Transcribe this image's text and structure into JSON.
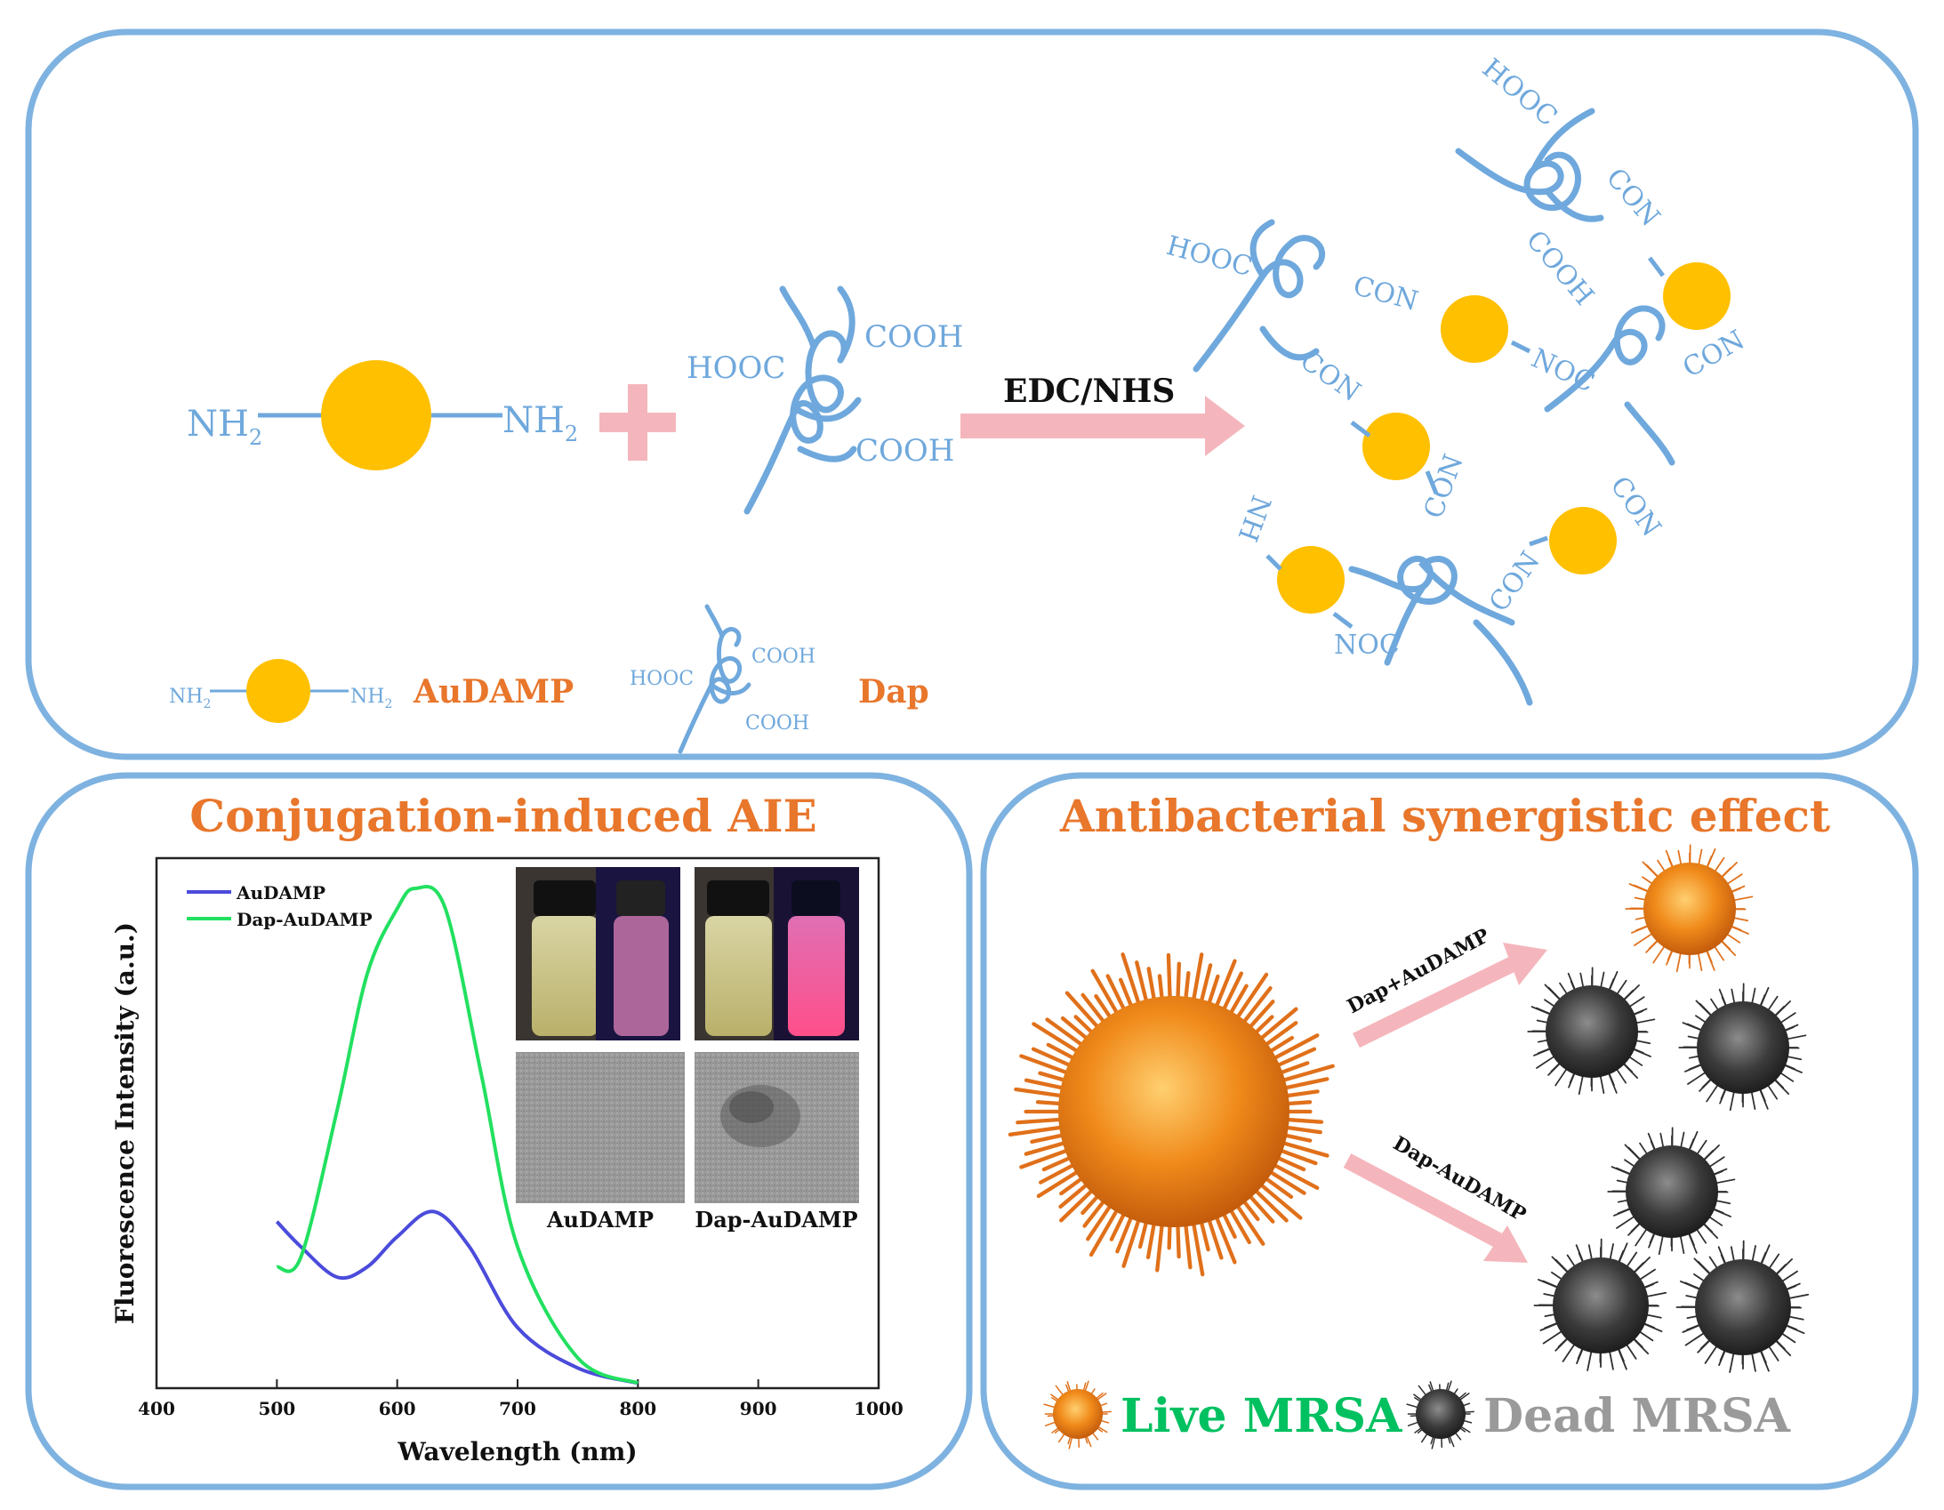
{
  "colors": {
    "panel_border": "#7eb2e0",
    "polymer": "#6fa8dc",
    "gold": "#ffc000",
    "arrow": "#f4b6bc",
    "accent_orange": "#e8762b",
    "green": "#00c060",
    "gray_text": "#9a9a9a",
    "aie_blue": "#4b4bdb",
    "aie_green": "#22e060"
  },
  "top": {
    "nh2_left": "NH",
    "nh2_right": "NH",
    "subscript_2": "2",
    "cooh": "COOH",
    "hooc": "HOOC",
    "reaction_label": "EDC/NHS",
    "con": "CON",
    "noc": "NOC",
    "legend_aundamp": "AuDAMP",
    "legend_dap": "Dap"
  },
  "bottom_left": {
    "title": "Conjugation-induced AIE",
    "legend": [
      "AuDAMP",
      "Dap-AuDAMP"
    ],
    "photo_labels": [
      "AuDAMP",
      "Dap-AuDAMP"
    ]
  },
  "bottom_right": {
    "title": "Antibacterial synergistic effect",
    "arrow_top_label": "Dap+AuDAMP",
    "arrow_bottom_label": "Dap-AuDAMP",
    "legend_live": "Live MRSA",
    "legend_dead": "Dead MRSA"
  },
  "chart_data": {
    "type": "line",
    "xlabel": "Wavelength (nm)",
    "ylabel": "Fluorescence Intensity (a.u.)",
    "xlim": [
      400,
      1000
    ],
    "xticks": [
      "400",
      "500",
      "600",
      "700",
      "800",
      "900",
      "1000"
    ],
    "series": [
      {
        "name": "AuDAMP",
        "x": [
          500,
          520,
          550,
          575,
          600,
          630,
          660,
          700,
          750,
          800
        ],
        "y": [
          0.33,
          0.28,
          0.22,
          0.24,
          0.3,
          0.35,
          0.28,
          0.12,
          0.04,
          0.01
        ]
      },
      {
        "name": "Dap-AuDAMP",
        "x": [
          500,
          520,
          550,
          575,
          600,
          615,
          640,
          670,
          700,
          750,
          800
        ],
        "y": [
          0.24,
          0.26,
          0.55,
          0.82,
          0.95,
          0.99,
          0.95,
          0.62,
          0.28,
          0.06,
          0.01
        ]
      }
    ],
    "ylim": [
      0,
      1.05
    ],
    "grid": false,
    "legend_position": "top-left"
  }
}
